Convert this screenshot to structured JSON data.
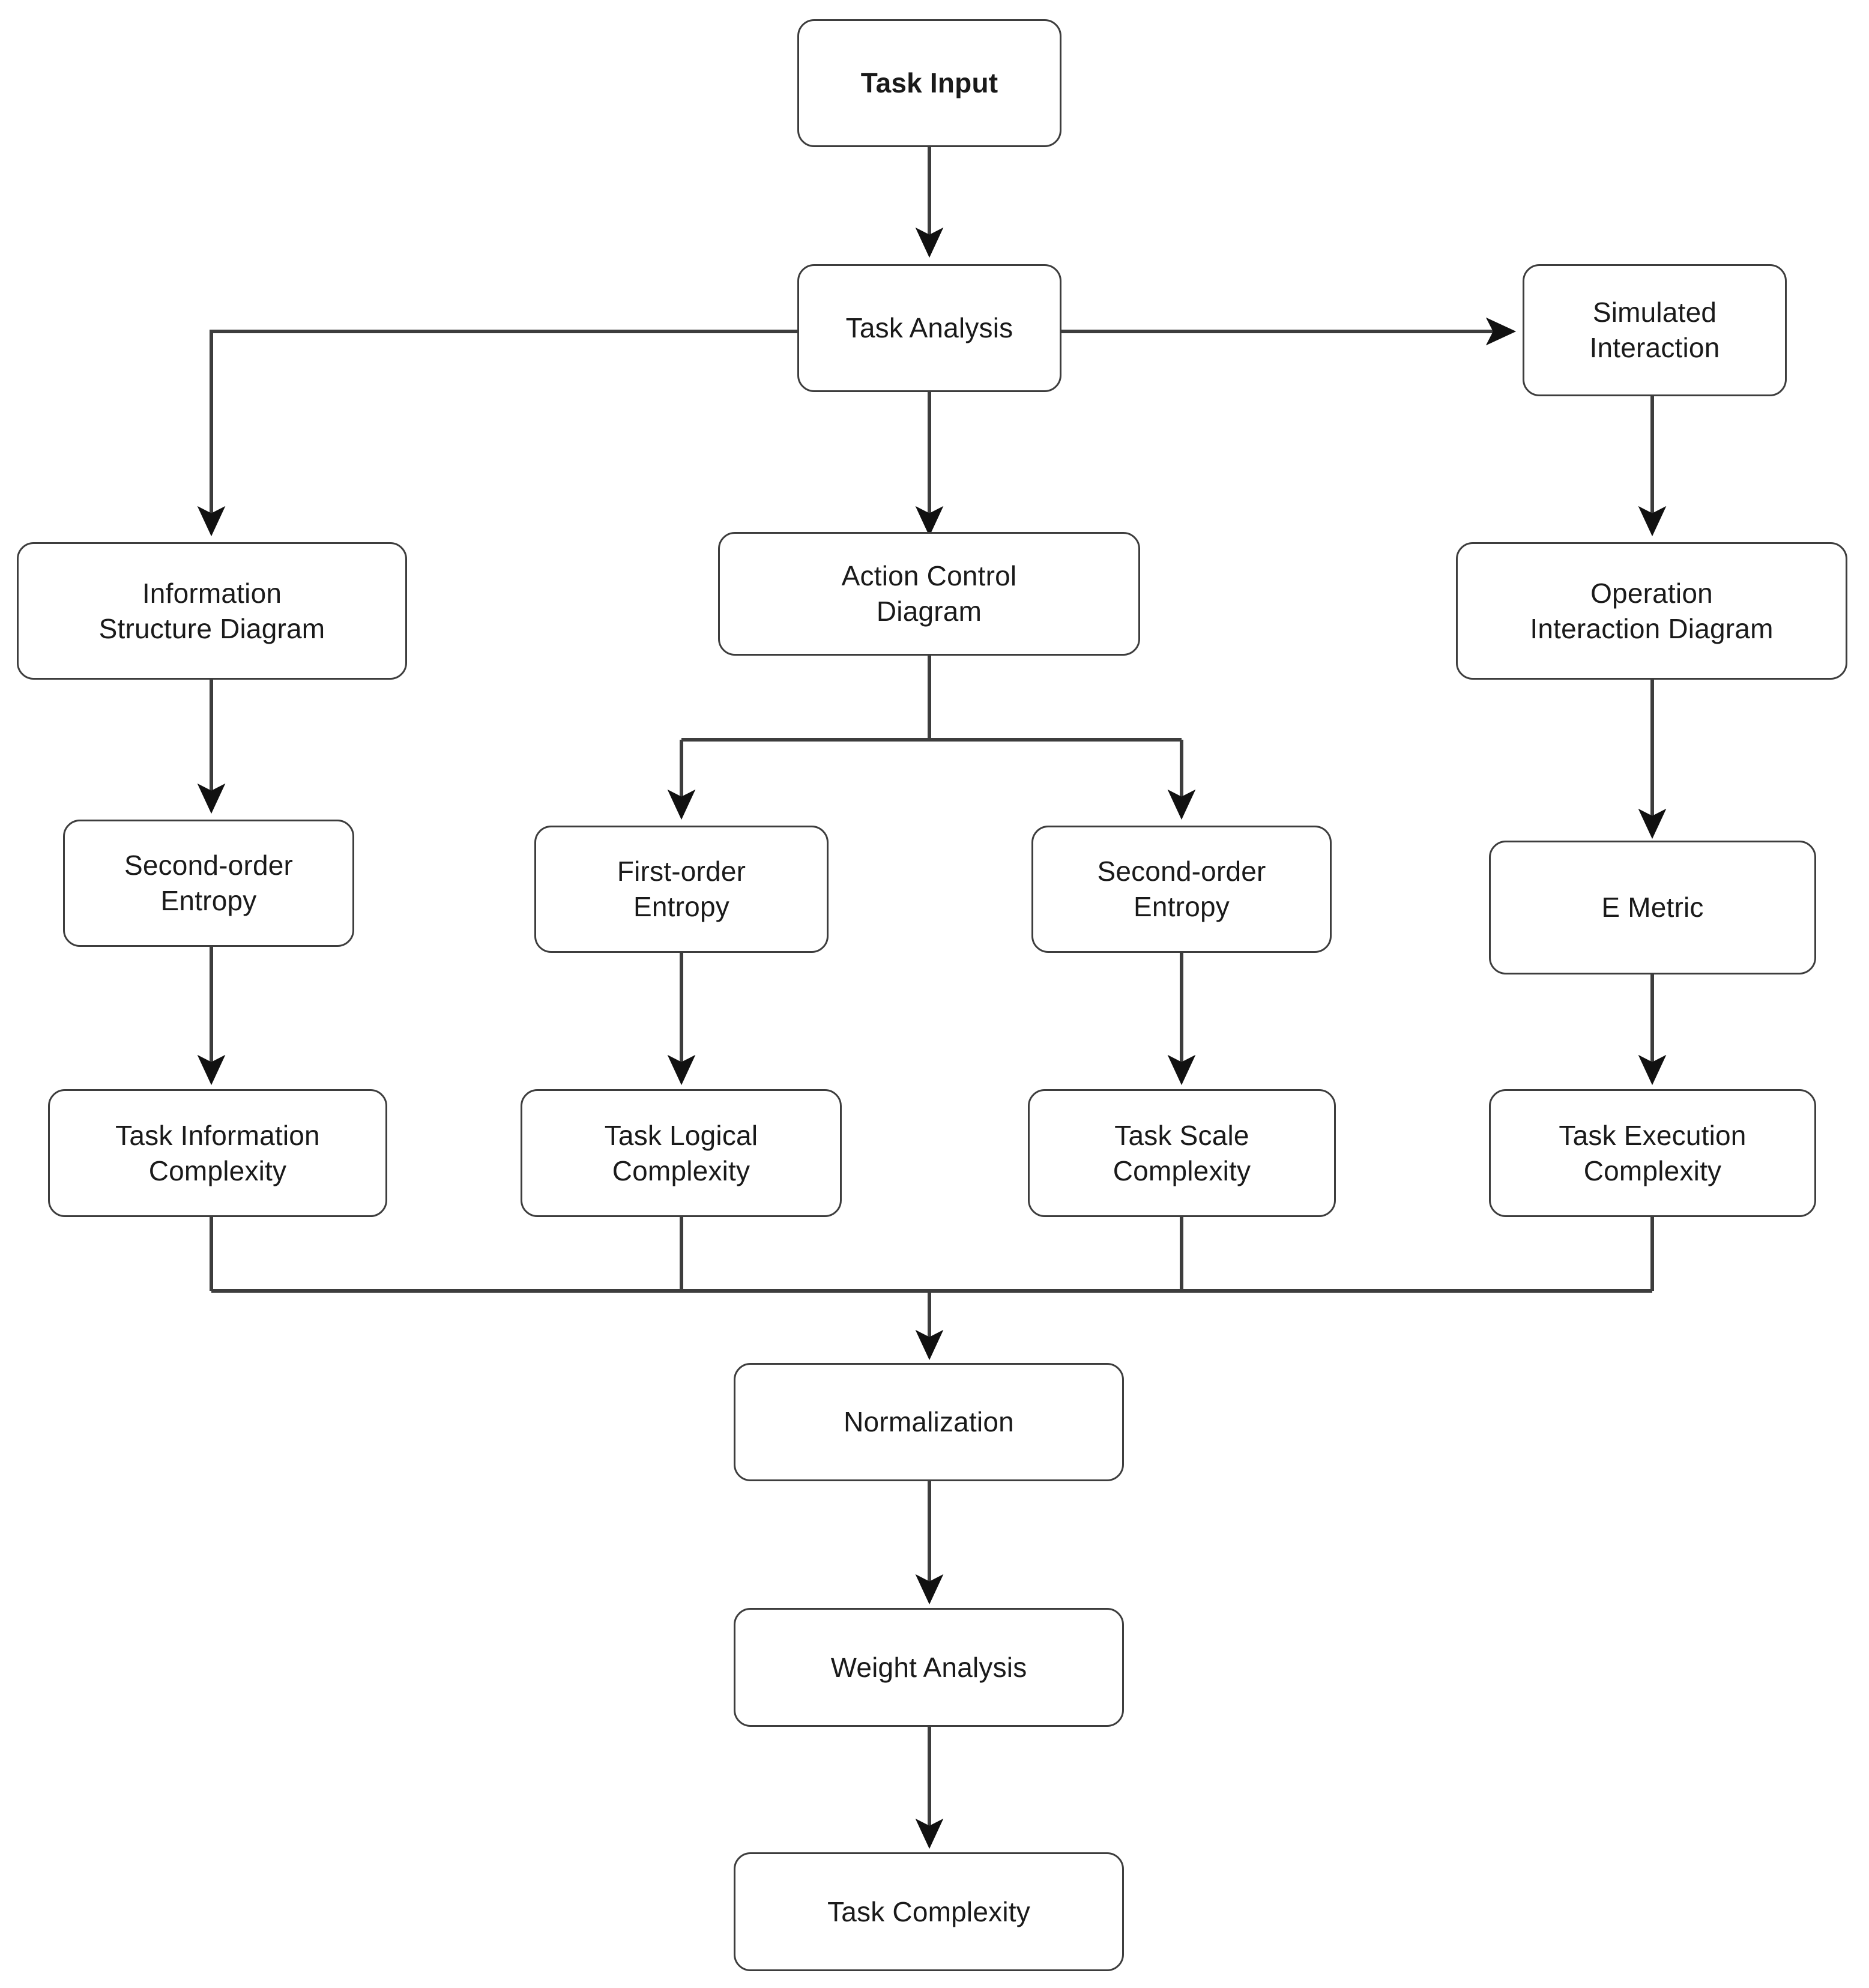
{
  "diagram": {
    "title_present": false,
    "style": {
      "box_border_color": "#3d3d3d",
      "box_fill_color": "#ffffff",
      "text_color": "#1a1a1a",
      "edge_color": "#3d3d3d",
      "background_color": "#ffffff"
    },
    "nodes": [
      {
        "id": "task-input",
        "label": "Task Input",
        "bold": true
      },
      {
        "id": "task-analysis",
        "label": "Task Analysis",
        "bold": false
      },
      {
        "id": "simulated-interaction",
        "label": "Simulated\nInteraction",
        "bold": false
      },
      {
        "id": "information-structure-diagram",
        "label": "Information\nStructure Diagram",
        "bold": false
      },
      {
        "id": "action-control-diagram",
        "label": "Action Control\nDiagram",
        "bold": false
      },
      {
        "id": "operation-interaction-diagram",
        "label": "Operation\nInteraction Diagram",
        "bold": false
      },
      {
        "id": "second-order-entropy-left",
        "label": "Second-order\nEntropy",
        "bold": false
      },
      {
        "id": "first-order-entropy",
        "label": "First-order\nEntropy",
        "bold": false
      },
      {
        "id": "second-order-entropy-mid",
        "label": "Second-order\nEntropy",
        "bold": false
      },
      {
        "id": "e-metric",
        "label": "E Metric",
        "bold": false
      },
      {
        "id": "task-information-complexity",
        "label": "Task Information\nComplexity",
        "bold": false
      },
      {
        "id": "task-logical-complexity",
        "label": "Task Logical\nComplexity",
        "bold": false
      },
      {
        "id": "task-scale-complexity",
        "label": "Task Scale\nComplexity",
        "bold": false
      },
      {
        "id": "task-execution-complexity",
        "label": "Task Execution\nComplexity",
        "bold": false
      },
      {
        "id": "normalization",
        "label": "Normalization",
        "bold": false
      },
      {
        "id": "weight-analysis",
        "label": "Weight Analysis",
        "bold": false
      },
      {
        "id": "task-complexity",
        "label": "Task Complexity",
        "bold": false
      }
    ],
    "edges": [
      {
        "from": "task-input",
        "to": "task-analysis"
      },
      {
        "from": "task-analysis",
        "to": "simulated-interaction"
      },
      {
        "from": "task-analysis",
        "to": "information-structure-diagram"
      },
      {
        "from": "task-analysis",
        "to": "action-control-diagram"
      },
      {
        "from": "simulated-interaction",
        "to": "operation-interaction-diagram"
      },
      {
        "from": "information-structure-diagram",
        "to": "second-order-entropy-left"
      },
      {
        "from": "action-control-diagram",
        "to": "first-order-entropy"
      },
      {
        "from": "action-control-diagram",
        "to": "second-order-entropy-mid"
      },
      {
        "from": "operation-interaction-diagram",
        "to": "e-metric"
      },
      {
        "from": "second-order-entropy-left",
        "to": "task-information-complexity"
      },
      {
        "from": "first-order-entropy",
        "to": "task-logical-complexity"
      },
      {
        "from": "second-order-entropy-mid",
        "to": "task-scale-complexity"
      },
      {
        "from": "e-metric",
        "to": "task-execution-complexity"
      },
      {
        "from": "task-information-complexity",
        "to": "normalization"
      },
      {
        "from": "task-logical-complexity",
        "to": "normalization"
      },
      {
        "from": "task-scale-complexity",
        "to": "normalization"
      },
      {
        "from": "task-execution-complexity",
        "to": "normalization"
      },
      {
        "from": "normalization",
        "to": "weight-analysis"
      },
      {
        "from": "weight-analysis",
        "to": "task-complexity"
      }
    ]
  }
}
